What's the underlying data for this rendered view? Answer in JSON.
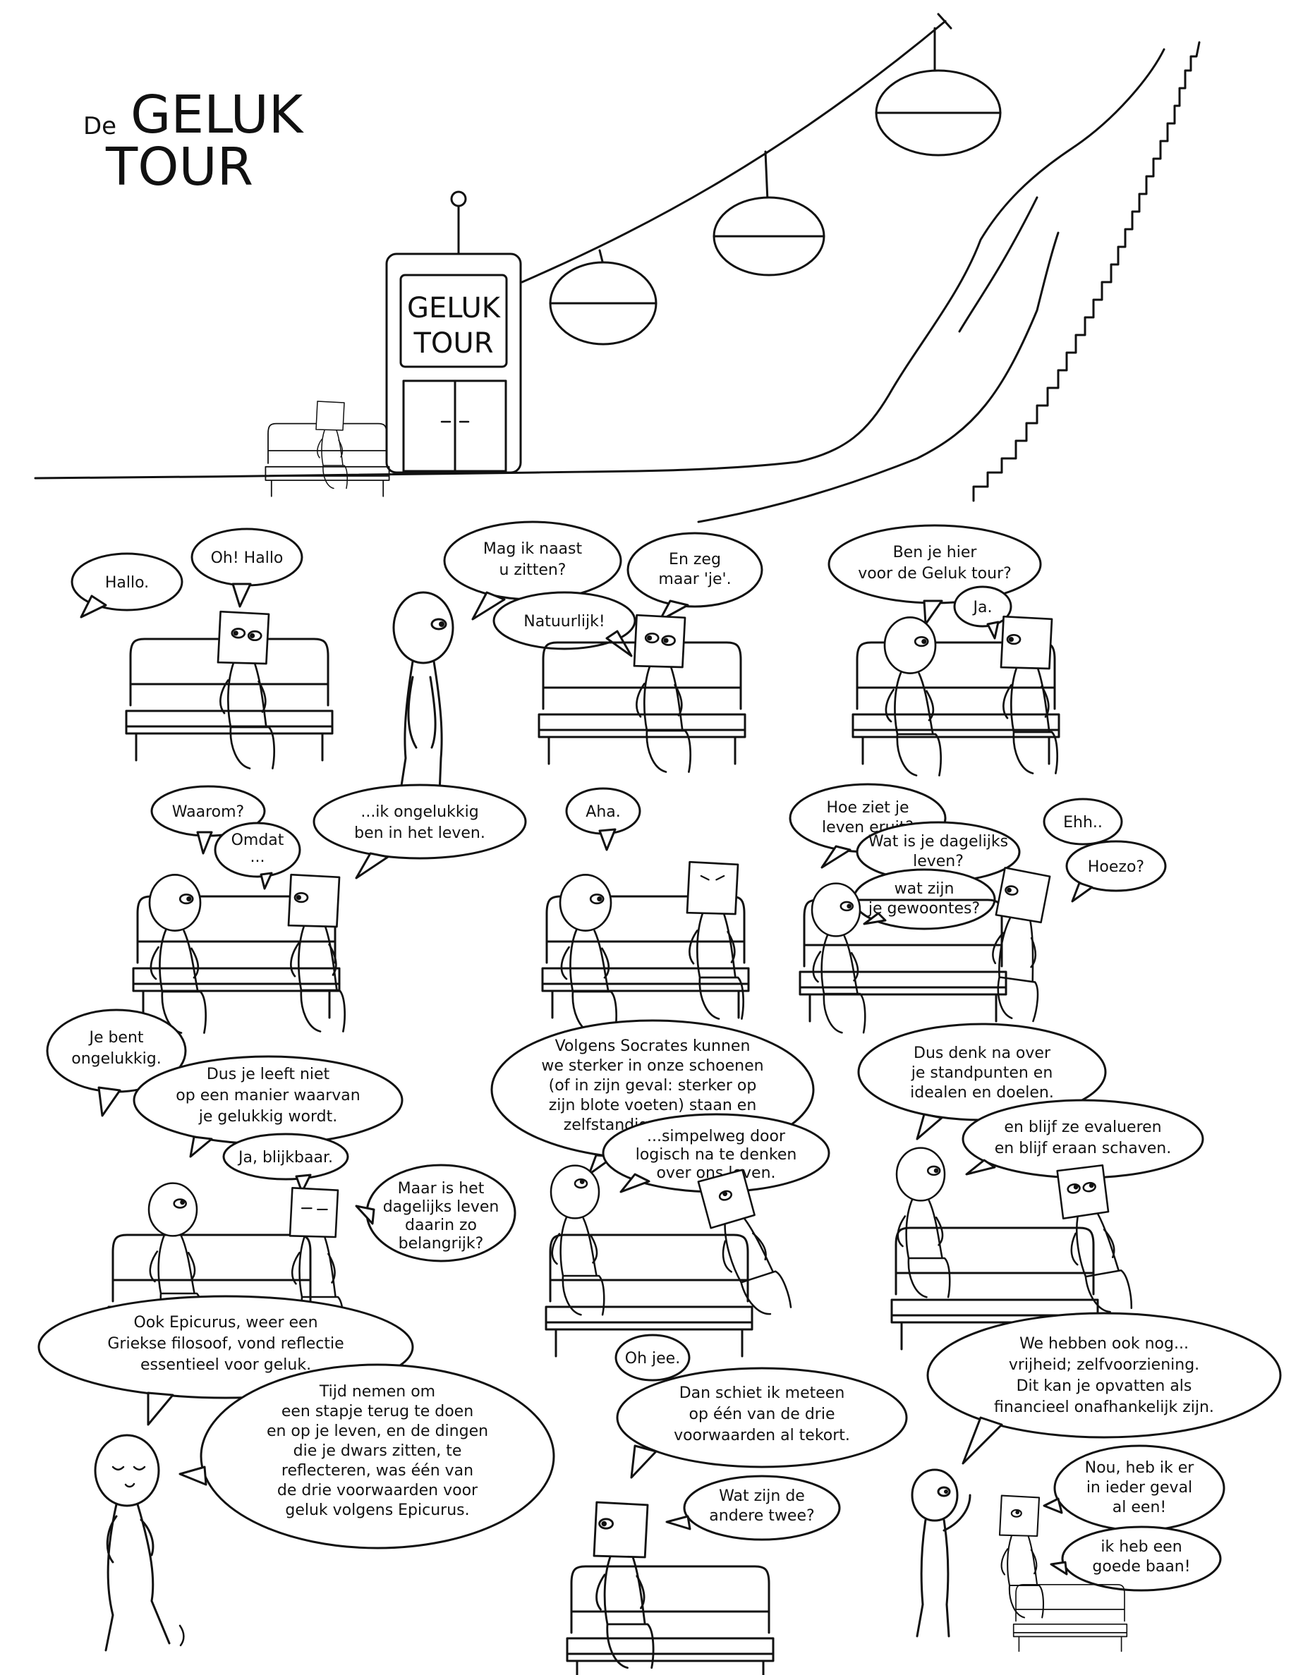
{
  "title": {
    "small": "De",
    "word1": "GELUK",
    "word2": "TOUR"
  },
  "sign": {
    "line1": "GELUK",
    "line2": "TOUR"
  },
  "panels": [
    {
      "id": "p1",
      "bubbles": [
        "Hallo.",
        "Oh! Hallo"
      ]
    },
    {
      "id": "p2",
      "bubbles": [
        "Mag ik naast u zitten?",
        "En zeg maar 'je'.",
        "Natuurlijk!"
      ]
    },
    {
      "id": "p3",
      "bubbles": [
        "Ben je hier voor de Geluk tour?",
        "Ja."
      ]
    },
    {
      "id": "p4",
      "bubbles": [
        "Waarom?",
        "Omdat ...",
        "...ik ongelukkig ben in het leven."
      ]
    },
    {
      "id": "p5",
      "bubbles": [
        "Aha."
      ]
    },
    {
      "id": "p6",
      "bubbles": [
        "Hoe ziet je leven eruit?",
        "Wat is je dagelijks leven?",
        "wat zijn je gewoontes?",
        "Ehh..",
        "Hoezo?"
      ]
    },
    {
      "id": "p7",
      "bubbles": [
        "Je bent ongelukkig.",
        "Dus je leeft niet op een manier waarvan je gelukkig wordt.",
        "Ja, blijkbaar.",
        "Maar is het dagelijks leven daarin zo belangrijk?"
      ]
    },
    {
      "id": "p8",
      "bubbles": [
        "Volgens Socrates kunnen we sterker in onze schoenen (of in zijn geval: sterker op zijn blote voeten) staan en zelfstandiger worden...",
        "...simpelweg door logisch na te denken over ons leven."
      ]
    },
    {
      "id": "p9",
      "bubbles": [
        "Dus denk na over je standpunten en idealen en doelen.",
        "en blijf ze evalueren en blijf eraan schaven."
      ]
    },
    {
      "id": "p10",
      "bubbles": [
        "Ook Epicurus, weer een Griekse filosoof, vond reflectie essentieel voor geluk.",
        "Tijd nemen om een stapje terug te doen en op je leven, en de dingen die je dwars zitten, te reflecteren, was één van de drie voorwaarden voor geluk volgens Epicurus."
      ]
    },
    {
      "id": "p11",
      "bubbles": [
        "Oh jee.",
        "Dan schiet ik meteen op één van de drie voorwaarden al tekort.",
        "Wat zijn de andere twee?"
      ]
    },
    {
      "id": "p12",
      "bubbles": [
        "We hebben ook nog... vrijheid; zelfvoorziening. Dit kan je opvatten als financieel onafhankelijk zijn.",
        "Nou, heb ik er in ieder geval al een!",
        "ik heb een goede baan!"
      ]
    }
  ]
}
